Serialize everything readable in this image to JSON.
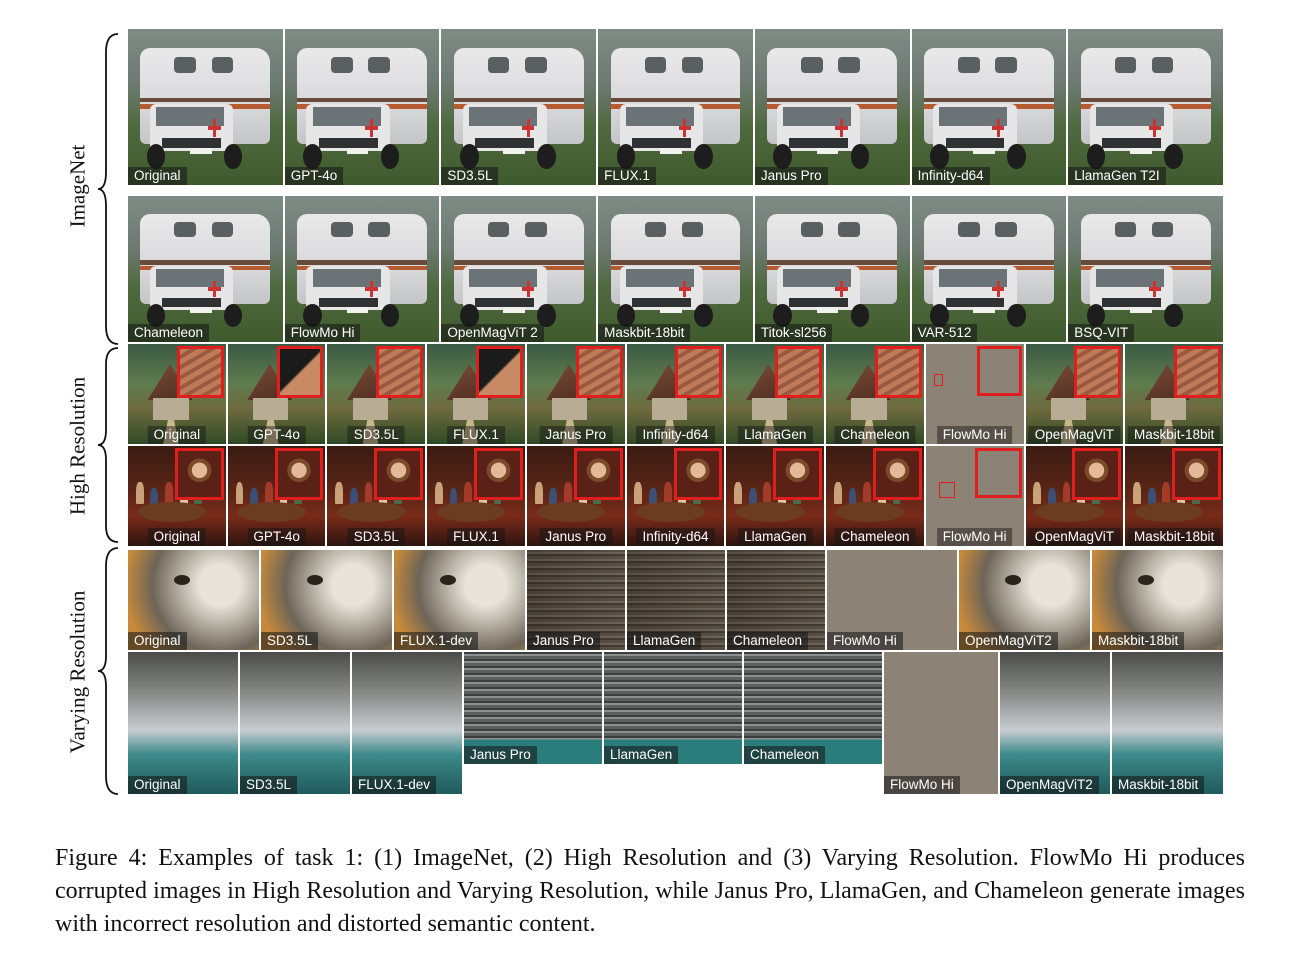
{
  "sections": {
    "imagenet": "ImageNet",
    "high_resolution": "High Resolution",
    "varying_resolution": "Varying Resolution"
  },
  "rows": {
    "imagenet_row1": [
      "Original",
      "GPT-4o",
      "SD3.5L",
      "FLUX.1",
      "Janus Pro",
      "Infinity-d64",
      "LlamaGen T2I"
    ],
    "imagenet_row2": [
      "Chameleon",
      "FlowMo Hi",
      "OpenMagViT 2",
      "Maskbit-18bit",
      "Titok-sl256",
      "VAR-512",
      "BSQ-VIT"
    ],
    "highres_row1": [
      "Original",
      "GPT-4o",
      "SD3.5L",
      "FLUX.1",
      "Janus Pro",
      "Infinity-d64",
      "LlamaGen",
      "Chameleon",
      "FlowMo Hi",
      "OpenMagViT",
      "Maskbit-18bit"
    ],
    "highres_row2": [
      "Original",
      "GPT-4o",
      "SD3.5L",
      "FLUX.1",
      "Janus Pro",
      "Infinity-d64",
      "LlamaGen",
      "Chameleon",
      "FlowMo Hi",
      "OpenMagViT",
      "Maskbit-18bit"
    ],
    "varres_row1": [
      "Original",
      "SD3.5L",
      "FLUX.1-dev",
      "Janus Pro",
      "LlamaGen",
      "Chameleon",
      "FlowMo Hi",
      "OpenMagViT2",
      "Maskbit-18bit"
    ],
    "varres_row2": [
      "Original",
      "SD3.5L",
      "FLUX.1-dev",
      "Janus Pro",
      "LlamaGen",
      "Chameleon",
      "FlowMo Hi",
      "OpenMagViT2",
      "Maskbit-18bit"
    ]
  },
  "caption": "Figure 4: Examples of task 1: (1) ImageNet, (2) High Resolution and (3) Varying Resolution. FlowMo Hi produces corrupted images in High Resolution and Varying Resolution, while Janus Pro, LlamaGen, and Chameleon generate images with incorrect resolution and distorted semantic content."
}
